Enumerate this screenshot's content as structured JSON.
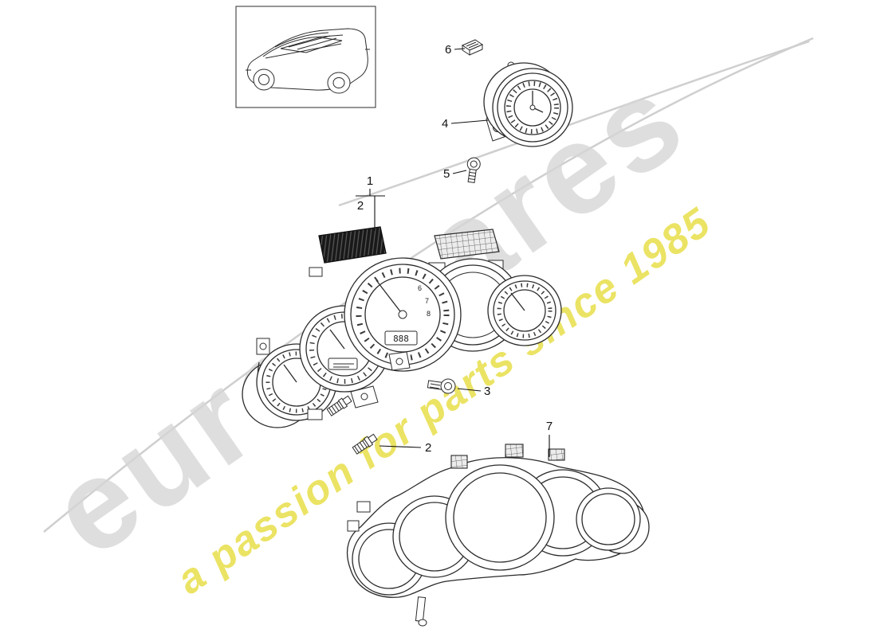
{
  "watermark": {
    "brand": "eurospares",
    "tagline": "a passion for parts since 1985",
    "brand_color": "#d6d6d6",
    "tagline_color": "#e8df49"
  },
  "callouts": {
    "c1": "1",
    "c2_assembly": "2",
    "c2_stud": "2",
    "c3": "3",
    "c4": "4",
    "c5": "5",
    "c6": "6",
    "c7": "7"
  },
  "cluster": {
    "lcd": "888",
    "tach_numerals": [
      "6",
      "7",
      "8"
    ]
  }
}
